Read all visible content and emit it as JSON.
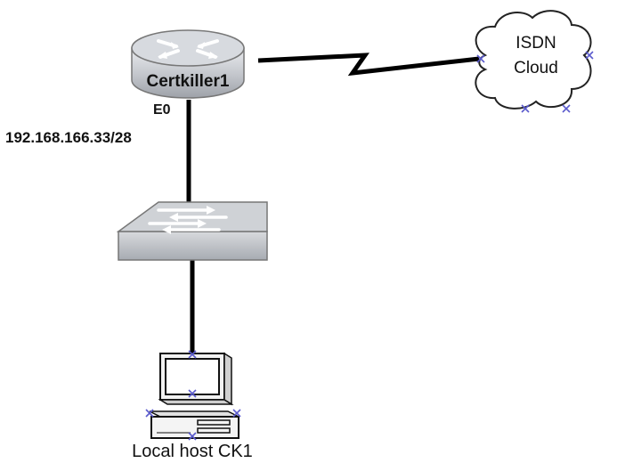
{
  "router": {
    "name": "Certkiller1"
  },
  "router_interface": {
    "name": "E0",
    "address": "192.168.166.33/28"
  },
  "cloud": {
    "line1": "ISDN",
    "line2": "Cloud"
  },
  "host": {
    "label": "Local host CK1"
  },
  "colors": {
    "device_fill": "#c9ccd2",
    "device_dark": "#9a9ea6",
    "link": "#000000",
    "marker": "#5a5acd"
  }
}
